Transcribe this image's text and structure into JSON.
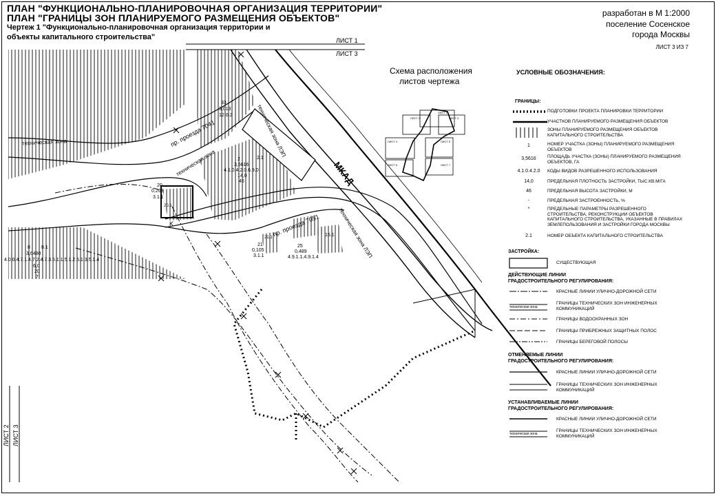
{
  "header": {
    "title1": "ПЛАН \"ФУНКЦИОНАЛЬНО-ПЛАНИРОВОЧНАЯ ОРГАНИЗАЦИЯ ТЕРРИТОРИИ\"",
    "title2": "ПЛАН \"ГРАНИЦЫ ЗОН ПЛАНИРУЕМОГО РАЗМЕЩЕНИЯ ОБЪЕКТОВ\"",
    "drawing1": "Чертеж 1 \"Функционально-планировочная организация территории и",
    "drawing2": "объекты капитального строительства\"",
    "scale": "разработан в М 1:2000",
    "settlement": "поселение Сосенское",
    "city": "города Москвы",
    "sheet": "ЛИСТ 3 ИЗ 7"
  },
  "sheets": {
    "list1": "ЛИСТ 1",
    "list3": "ЛИСТ 3",
    "list2_left": "ЛИСТ 2",
    "list3_left": "ЛИСТ 3"
  },
  "scheme": {
    "title1": "Схема расположения",
    "title2": "листов чертежа",
    "cells": [
      "ЛИСТ 1",
      "ЛИСТ 2",
      "ЛИСТ 3",
      "ЛИСТ 4",
      "ЛИСТ 5",
      "ЛИСТ 6",
      "ЛИСТ 7"
    ]
  },
  "map_labels": {
    "tech_zone_left": "техническая зона",
    "road_7041": "пр. проезда 7041",
    "tech_zone_mid": "техническая зона",
    "tech_zone_lep1": "техническая зона ЛЭП",
    "road_7051": "пр. проезда 7051",
    "tech_zone_lep2": "техническая зона ЛЭП",
    "mkad": "МКАД",
    "z33": "33",
    "z33a": "3,013",
    "z33b": "12.0.2",
    "z2": "2",
    "z2a": "3,5616",
    "z2b": "4.1.0.4.2.0.6.9.0",
    "z2c": "14,0",
    "z2d": "46",
    "z2e": "2.1",
    "z20": "20",
    "z20a": "0,263",
    "z20b": "3.1.1",
    "z20c": "20.1",
    "k": "K",
    "z8": "8",
    "z8b": "3,6480",
    "z8c": "4.0.0.4.7.1.4.7.2.4.7.3.5.1.1.5.1.2.5.1.3.5.1.4",
    "z8d": "6,0",
    "z8e": "20",
    "z8f": "7",
    "z8g": "8.1",
    "z21": "21",
    "z21a": "0,105",
    "z21b": "3.1.1",
    "z21c": "21.1",
    "z25": "25",
    "z25a": "0,489",
    "z25b": "4.9.1.1.4.9.1.4",
    "z15": "15.1"
  },
  "legend": {
    "title": "УСЛОВНЫЕ ОБОЗНАЧЕНИЯ:",
    "boundaries": "ГРАНИЦЫ:",
    "items": [
      {
        "sym": "",
        "text": "ПОДГОТОВКИ ПРОЕКТА ПЛАНИРОВКИ ТЕРРИТОРИИ"
      },
      {
        "sym": "",
        "text": "УЧАСТКОВ ПЛАНИРУЕМОГО РАЗМЕЩЕНИЯ ОБЪЕКТОВ"
      },
      {
        "sym": "",
        "text": "ЗОНЫ ПЛАНИРУЕМОГО РАЗМЕЩЕНИЯ ОБЪЕКТОВ КАПИТАЛЬНОГО СТРОИТЕЛЬСТВА"
      },
      {
        "sym": "1",
        "text": "НОМЕР УЧАСТКА (ЗОНЫ) ПЛАНИРУЕМОГО РАЗМЕЩЕНИЯ ОБЪЕКТОВ"
      },
      {
        "sym": "3,5616",
        "text": "ПЛОЩАДЬ УЧАСТКА (ЗОНЫ) ПЛАНИРУЕМОГО РАЗМЕЩЕНИЯ ОБЪЕКТОВ, ГА"
      },
      {
        "sym": "4.1.0.4.2.0",
        "text": "КОДЫ ВИДОВ РАЗРЕШЕННОГО ИСПОЛЬЗОВАНИЯ"
      },
      {
        "sym": "14,0",
        "text": "ПРЕДЕЛЬНАЯ ПЛОТНОСТЬ ЗАСТРОЙКИ, ТЫС.КВ.М/ГА"
      },
      {
        "sym": "46",
        "text": "ПРЕДЕЛЬНАЯ ВЫСОТА ЗАСТРОЙКИ, М"
      },
      {
        "sym": "-",
        "text": "ПРЕДЕЛЬНАЯ ЗАСТРОЕННОСТЬ, %"
      },
      {
        "sym": "*",
        "text": "ПРЕДЕЛЬНЫЕ ПАРАМЕТРЫ РАЗРЕШЕННОГО СТРОИТЕЛЬСТВА, РЕКОНСТРУКЦИИ ОБЪЕКТОВ КАПИТАЛЬНОГО СТРОИТЕЛЬСТВА, УКАЗАННЫЕ В ПРАВИЛАХ ЗЕМЛЕПОЛЬЗОВАНИЯ И ЗАСТРОЙКИ ГОРОДА МОСКВЫ"
      },
      {
        "sym": "2.1",
        "text": "НОМЕР ОБЪЕКТА КАПИТАЛЬНОГО СТРОИТЕЛЬСТВА"
      }
    ],
    "buildings_head": "ЗАСТРОЙКА:",
    "existing": "СУЩЕСТВУЮЩАЯ",
    "current_head1": "ДЕЙСТВУЮЩИЕ ЛИНИИ",
    "current_head2": "ГРАДОСТРОИТЕЛЬНОГО РЕГУЛИРОВАНИЯ:",
    "current": [
      "КРАСНЫЕ ЛИНИИ УЛИЧНО-ДОРОЖНОЙ СЕТИ",
      "ГРАНИЦЫ ТЕХНИЧЕСКИХ ЗОН ИНЖЕНЕРНЫХ КОММУНИКАЦИЙ",
      "ГРАНИЦЫ ВОДООХРАННЫХ ЗОН",
      "ГРАНИЦЫ ПРИБРЕЖНЫХ ЗАЩИТНЫХ ПОЛОС",
      "ГРАНИЦЫ БЕРЕГОВОЙ ПОЛОСЫ"
    ],
    "tech_zone_small": "техническая зона",
    "cancel_head1": "ОТМЕНЯЕМЫЕ ЛИНИИ",
    "cancel_head2": "ГРАДОСТРОИТЕЛЬНОГО РЕГУЛИРОВАНИЯ:",
    "cancel": [
      "КРАСНЫЕ ЛИНИИ УЛИЧНО-ДОРОЖНОЙ СЕТИ",
      "ГРАНИЦЫ ТЕХНИЧЕСКИХ ЗОН ИНЖЕНЕРНЫХ КОММУНИКАЦИЙ"
    ],
    "new_head1": "УСТАНАВЛИВАЕМЫЕ ЛИНИИ",
    "new_head2": "ГРАДОСТРОИТЕЛЬНОГО РЕГУЛИРОВАНИЯ:",
    "new": [
      "КРАСНЫЕ ЛИНИИ УЛИЧНО-ДОРОЖНОЙ СЕТИ",
      "ГРАНИЦЫ ТЕХНИЧЕСКИХ ЗОН ИНЖЕНЕРНЫХ КОММУНИКАЦИЙ"
    ]
  }
}
